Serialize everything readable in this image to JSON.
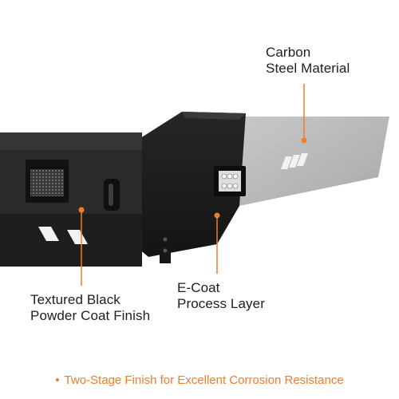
{
  "callouts": {
    "carbon_steel": {
      "line1": "Carbon",
      "line2": "Steel Material"
    },
    "e_coat": {
      "line1": "E-Coat",
      "line2": "Process Layer"
    },
    "powder_coat": {
      "line1": "Textured Black",
      "line2": "Powder Coat Finish"
    }
  },
  "footer": {
    "bullet": "•",
    "text": "Two-Stage Finish for Excellent Corrosion Resistance"
  },
  "colors": {
    "accent": "#ef7d2a",
    "bumper_black": "#1c1c1c",
    "steel_grey": "#b4b4b4",
    "text": "#1e1e1e"
  }
}
